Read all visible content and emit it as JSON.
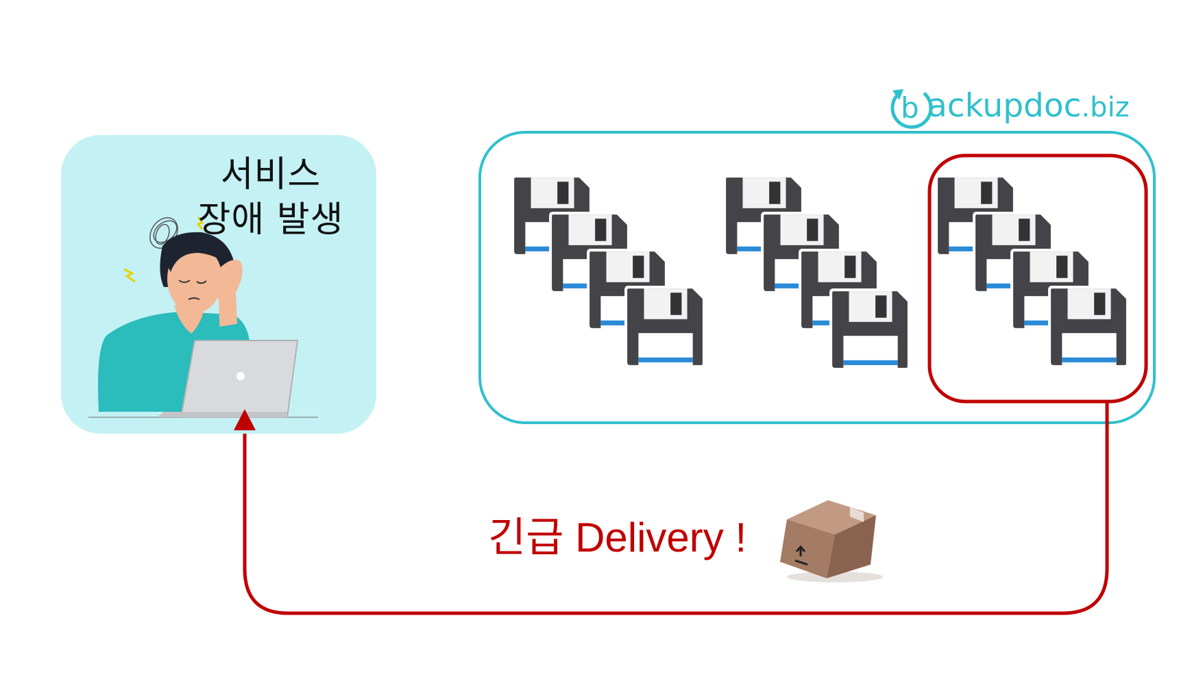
{
  "incident": {
    "title_line1": "서비스",
    "title_line2": "장애 발생"
  },
  "delivery": {
    "label": "긴급 Delivery !"
  },
  "brand": {
    "letter_b": "b",
    "rest": "ackupdoc",
    "tld": ".biz"
  },
  "backup_groups": [
    {
      "disks": 4,
      "highlighted": false
    },
    {
      "disks": 4,
      "highlighted": false
    },
    {
      "disks": 4,
      "highlighted": true
    }
  ],
  "colors": {
    "accent_teal": "#30c0cc",
    "alert_red": "#c00000",
    "panel_bg": "#c4f1f4"
  },
  "icons": [
    "stressed-person-illustration",
    "laptop-icon",
    "floppy-disk-icon",
    "cardboard-box-icon",
    "backup-logo-icon"
  ]
}
